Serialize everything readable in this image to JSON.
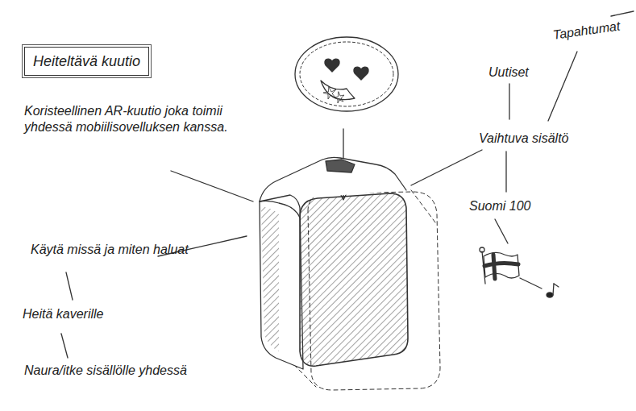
{
  "diagram": {
    "title": "Heiteltävä kuutio",
    "labels": [
      "Koristeellinen AR-kuutio joka toimii yhdessä mobiilisovelluksen kanssa.",
      "Käytä missä ja miten haluat",
      "Heitä kaverille",
      "Naura/itke sisällölle yhdessä",
      "Uutiset",
      "Tapahtumat",
      "Vaihtuva sisältö",
      "Suomi 100"
    ]
  }
}
